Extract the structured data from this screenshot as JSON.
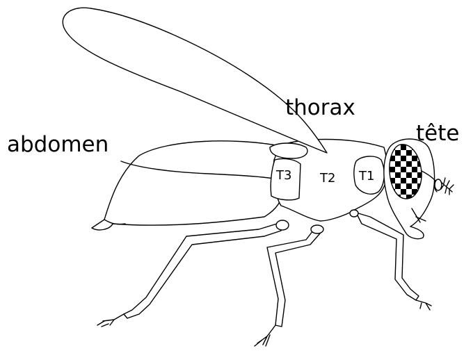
{
  "labels": {
    "abdomen": "abdomen",
    "thorax": "thorax",
    "head": "tête",
    "t1": "T1",
    "t2": "T2",
    "t3": "T3"
  },
  "colors": {
    "stroke": "#000000",
    "fill": "#ffffff",
    "eye_dark": "#000000"
  }
}
